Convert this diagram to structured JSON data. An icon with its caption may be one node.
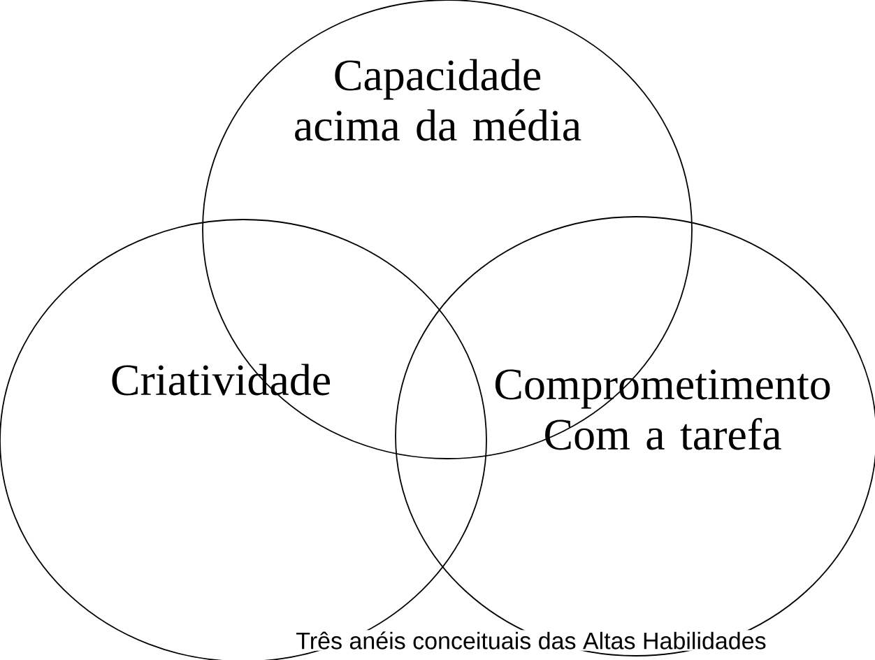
{
  "diagram": {
    "caption": "Três anéis conceituais das Altas Habilidades",
    "nodes": [
      {
        "text": [
          "Capacidade acima da média"
        ]
      },
      {
        "text": [
          "Criatividade"
        ]
      },
      {
        "text": [
          "Comprometimento Com a tarefa"
        ]
      }
    ]
  }
}
